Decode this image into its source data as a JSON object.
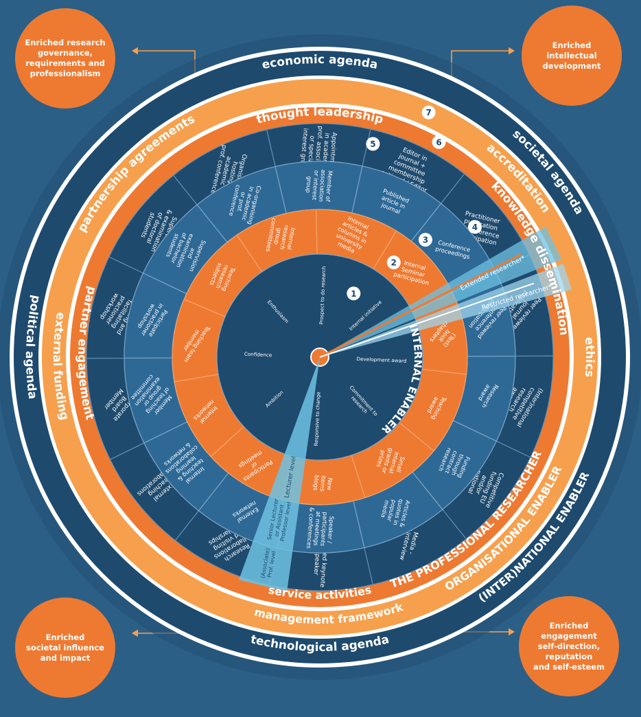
{
  "colors": {
    "background": "#2c5f86",
    "navy": "#1e4a6d",
    "mid_blue": "#2e6996",
    "light_blue": "#3f7fac",
    "orange": "#ee7a32",
    "light_orange": "#f6a04d",
    "cyan": "#6fc2e3",
    "white": "#ffffff"
  },
  "outcomes": {
    "top_left": "Enriched research\ngovernance,\nrequirements and\nprofessionalism",
    "top_right": "Enriched\nintellectual\ndevelopment",
    "bottom_left": "Enriched\nsocietal influence\nand impact",
    "bottom_right": "Enriched\nengagement\nself-direction,\nreputation\nand self-esteem"
  },
  "agendas": {
    "economic": "economic agenda",
    "societal": "societal agenda",
    "political": "political agenda",
    "technological": "technological agenda",
    "international_enabler": "(INTER)NATIONAL ENABLER"
  },
  "ring6": {
    "partnership": "partnership agreements",
    "accreditation": "accreditation",
    "ethics": "ethics",
    "management": "management framework",
    "external_funding": "external funding",
    "organisational_enabler": "ORGANISATIONAL ENABLER"
  },
  "ring5": {
    "thought_leadership": "thought leadership",
    "knowledge_dissemination": "knowledge dissemination",
    "service_activities": "service activities",
    "partner_engagement": "partner engagement",
    "professional_researcher": "THE PROFESSIONAL RESEARCHER"
  },
  "internal_enabler": "INTERNAL ENABLER",
  "researcher_beams": {
    "extended": "Extended researcher*",
    "restricted": "Restricted researcher*"
  },
  "levels": {
    "lecturer": "Lecturer level",
    "senior": "Senior Lecturer\nor Assistant\nProfessor level",
    "associate": "(Associate)\nProf. level"
  },
  "markers": [
    "1",
    "2",
    "3",
    "4",
    "5",
    "6",
    "7"
  ],
  "core_segments": [
    "Prospect to do research",
    "Internal initiative",
    "Development award",
    "Commitment to\nresearch",
    "Responsive to change",
    "Ambition",
    "Confidence",
    "Enthusiasm"
  ],
  "segments_orange": [
    "(Text)\nbook\nchapters",
    "Teaching\naward",
    "Small\ninternal\ngrants or\nprizes",
    "New\nitems\nblogs",
    "Participants\nof\nmeetings",
    "Internal\nnetworks",
    "Teaching team\nmember",
    "Teaching\nresearch\nsubjects",
    "Internal\nresearch\ngroup\ncommittees",
    "Internal\narticles &\ncolumns in\nuniversity\nmedia",
    "Internal\nSeminar\nparticipation"
  ],
  "segments_mid": [
    "Peer reviewed\nconference\nparticipation",
    "Research\naward",
    "Funding\nthrough\ncontract\nresearch",
    "Articles &\nquotes in\npopular\nmedia",
    "Speaker /\nparticipants\nat meetings\n& conferences",
    "External\nnetworks",
    "Internal\nteaching &\nlearning\ncollaborations\n& networks",
    "Member\nof teaching\ngroup or\nexamination\ncommittee",
    "Participate\nin practioner\nworkshop",
    "Supervision\nand\nexamination\nof bachelor\nstudents",
    "Co-organising\nin academic\nor prof.\nconference",
    "Member of\nassociation\nor interest\ngroup",
    "Published\narticle in\njournal",
    "Conference\nproceedings"
  ],
  "segments_outer": [
    "Peer reviewed\njournal\npublications",
    "(Inter)national\ncompetitive\nresearch\naward",
    "Competitive\nfunding EU\nand/or\nnational\ngrants",
    "Media -\nTV interview",
    "Invited keynote\nspeaker",
    "Research\ncollaborations\nand visiting\nscholarships",
    "External\nteaching\ncollaborations",
    "Corporate\nBoard\nMember",
    "Leading and\nfacilitating\npractioner\nworkshop",
    "Supervision\n& examination\nof doctoral\nstudents",
    "Organising or\nhosting\nacademic\nprof. conference",
    "Appointment\nin academic\nprof. association\nor special\ninterest group",
    "Editor in\njournal +\ncommittee\nmembership\nnational / Editor\nin journal",
    "Practitioner\npublication\n& conference\nparticipation"
  ]
}
